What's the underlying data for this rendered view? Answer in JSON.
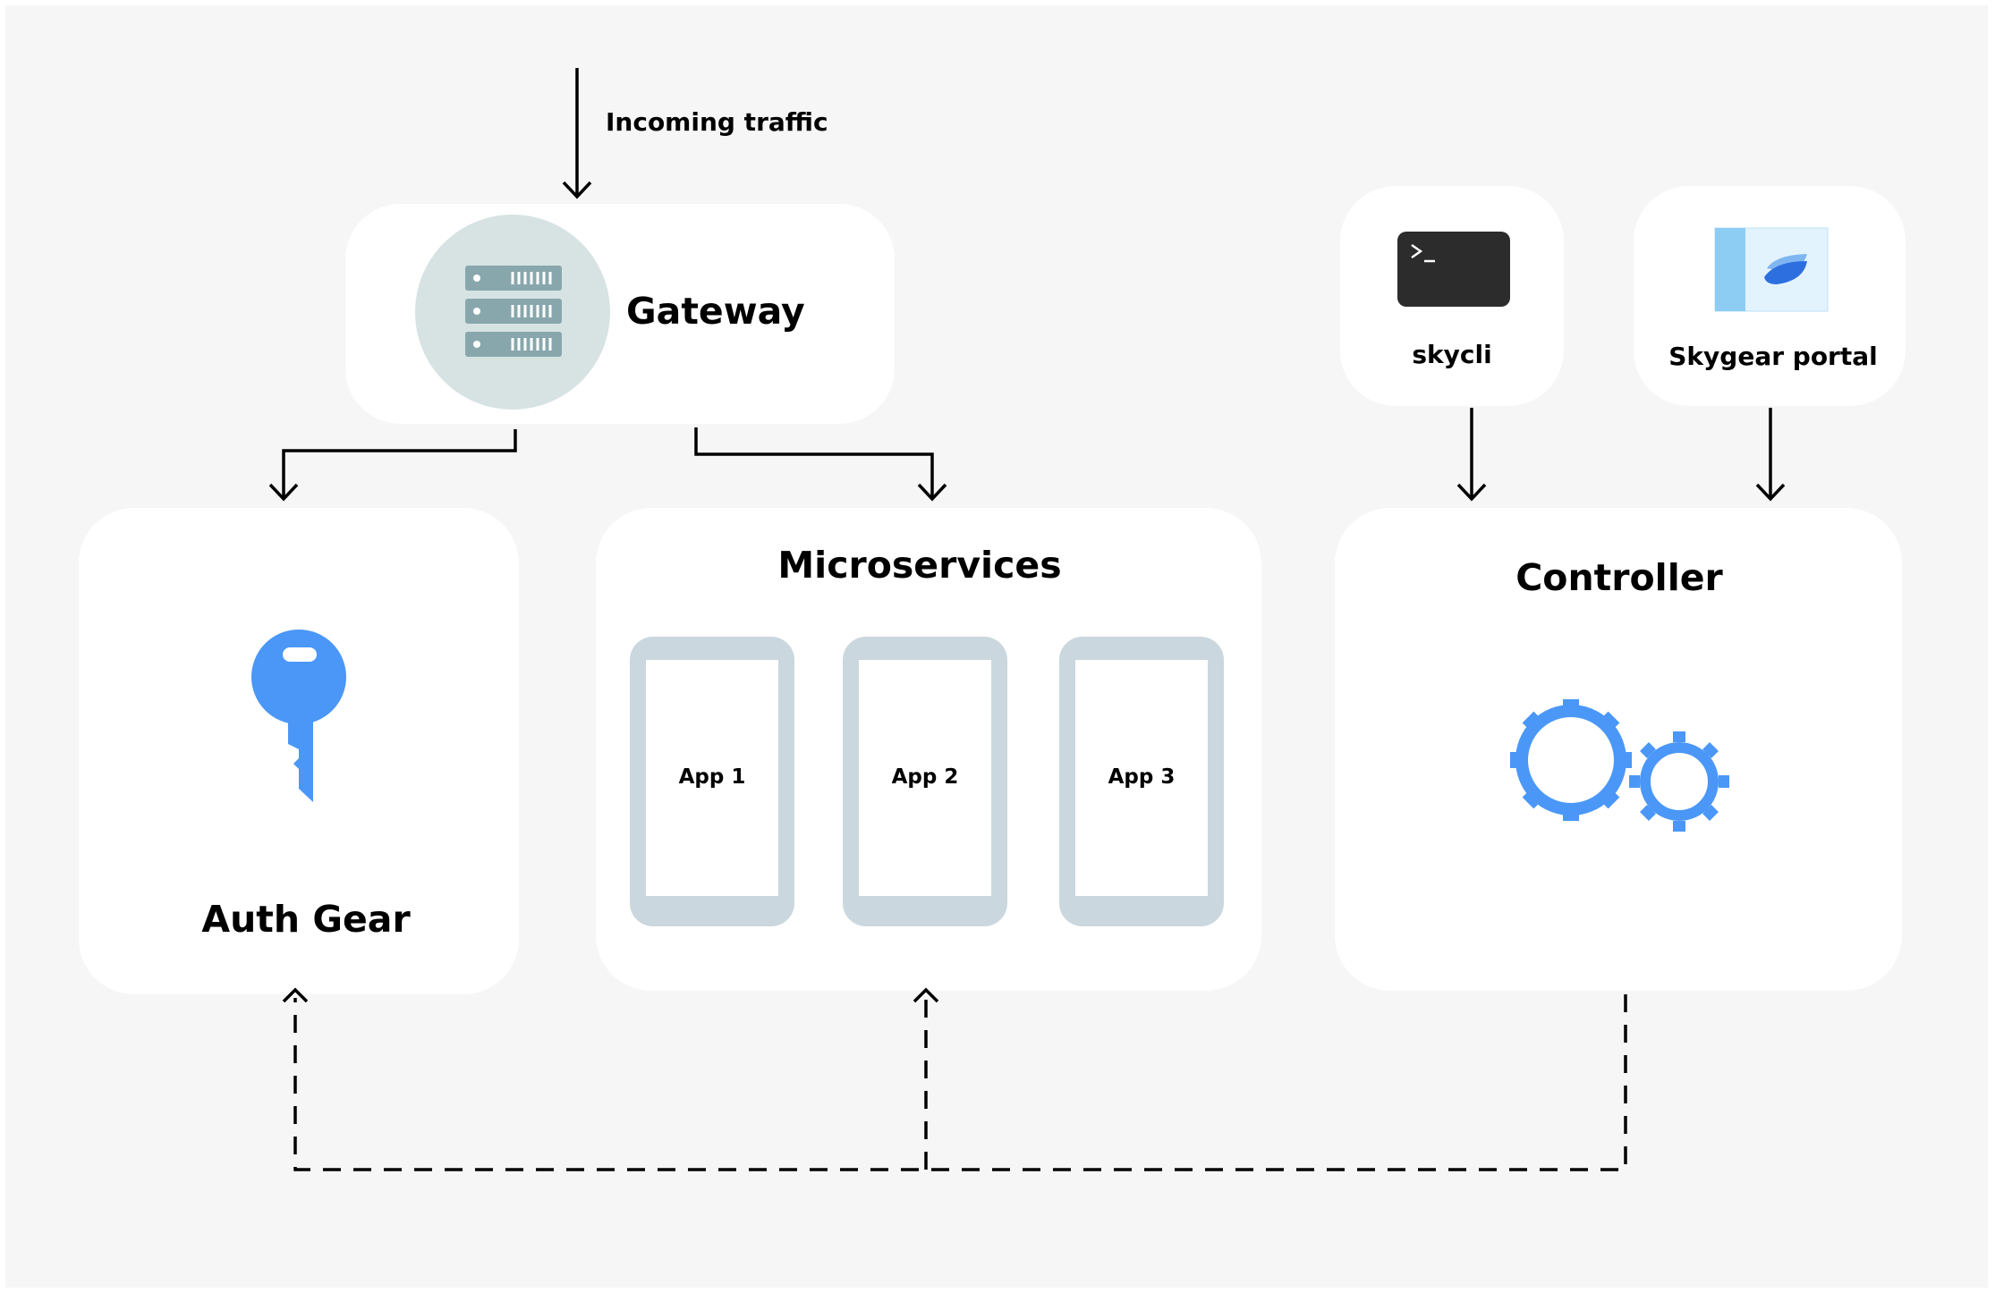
{
  "incoming": {
    "label": "Incoming traffic"
  },
  "gateway": {
    "label": "Gateway",
    "icon": "server-rack-icon"
  },
  "skycli": {
    "label": "skycli",
    "icon": "terminal-icon",
    "prompt": ">_"
  },
  "portal": {
    "label": "Skygear portal",
    "icon": "skygear-logo-icon"
  },
  "authgear": {
    "label": "Auth Gear",
    "icon": "key-icon"
  },
  "microservices": {
    "label": "Microservices",
    "apps": [
      {
        "label": "App 1"
      },
      {
        "label": "App 2"
      },
      {
        "label": "App 3"
      }
    ]
  },
  "controller": {
    "label": "Controller",
    "icon": "gears-icon"
  },
  "colors": {
    "background": "#f6f6f6",
    "card": "#ffffff",
    "accent_blue": "#4a97f7",
    "server_bg": "#d7e3e3",
    "server_unit": "#88a7ad",
    "app_frame": "#cbd7de",
    "terminal": "#2c2c2c"
  }
}
